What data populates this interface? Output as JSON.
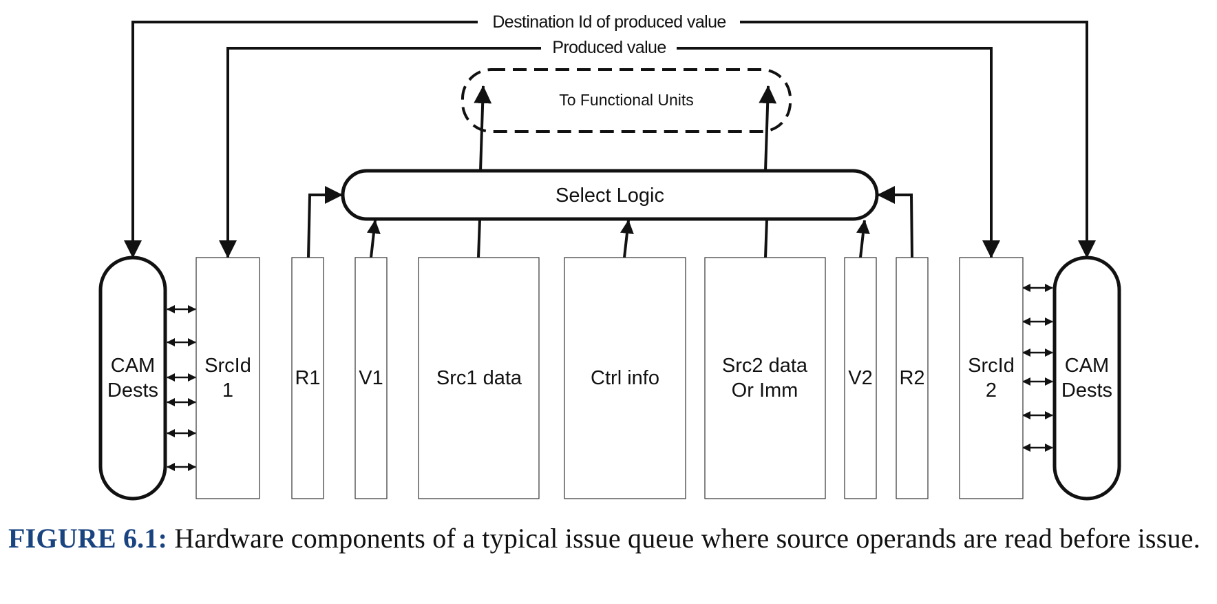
{
  "diagram": {
    "top_labels": {
      "destination_id": "Destination Id of produced value",
      "produced_value": "Produced value"
    },
    "functional_units_label": "To Functional Units",
    "select_logic_label": "Select Logic",
    "cam_left": [
      "CAM",
      "Dests"
    ],
    "cam_right": [
      "CAM",
      "Dests"
    ],
    "fields": {
      "srcid1": [
        "SrcId",
        "1"
      ],
      "r1": "R1",
      "v1": "V1",
      "src1_data": "Src1 data",
      "ctrl_info": "Ctrl info",
      "src2_data": [
        "Src2 data",
        "Or Imm"
      ],
      "v2": "V2",
      "r2": "R2",
      "srcid2": [
        "SrcId",
        "2"
      ]
    }
  },
  "caption": {
    "figure_label": "FIGURE 6.1:",
    "text": "Hardware components of a typical issue queue where source operands are read before issue."
  }
}
